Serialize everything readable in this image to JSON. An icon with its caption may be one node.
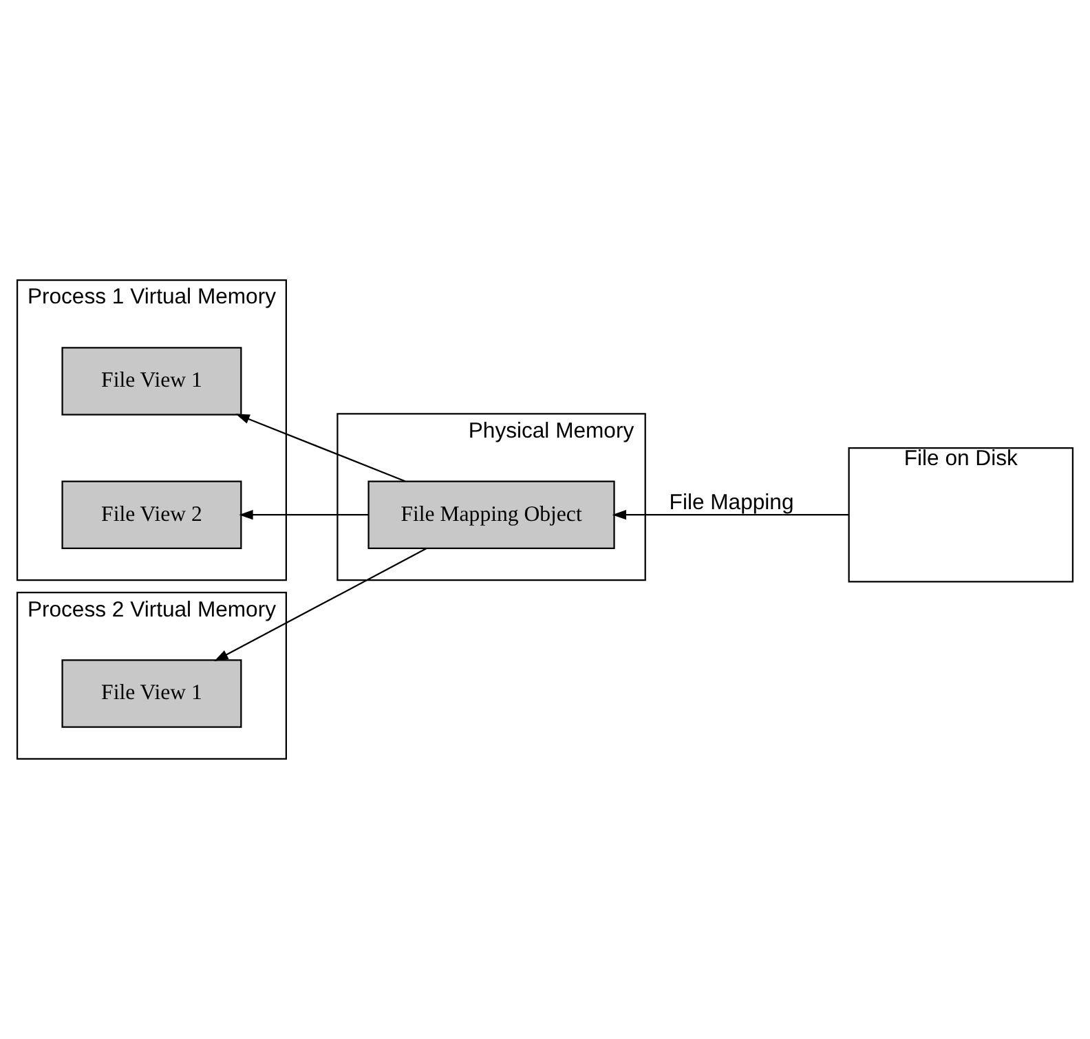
{
  "diagram": {
    "nodes": [
      {
        "text": [
          "Process 1 Virtual Memory"
        ]
      },
      {
        "text": [
          "File View 1"
        ],
        "in": 0
      },
      {
        "text": [
          "File View 2"
        ],
        "in": 0
      },
      {
        "text": [
          "Process 2 Virtual Memory"
        ]
      },
      {
        "text": [
          "File View 1"
        ],
        "in": 3
      },
      {
        "text": [
          "Physical Memory"
        ]
      },
      {
        "text": [
          "File Mapping Object"
        ],
        "in": 5
      },
      {
        "text": [
          "File on Disk"
        ]
      }
    ],
    "edges": [
      {
        "from": 6,
        "to": 1,
        "arrow": "to"
      },
      {
        "from": 6,
        "to": 2,
        "arrow": "to"
      },
      {
        "from": 6,
        "to": 4,
        "arrow": "to"
      },
      {
        "from": 7,
        "to": 6,
        "arrow": "to",
        "label": "File Mapping"
      }
    ]
  }
}
